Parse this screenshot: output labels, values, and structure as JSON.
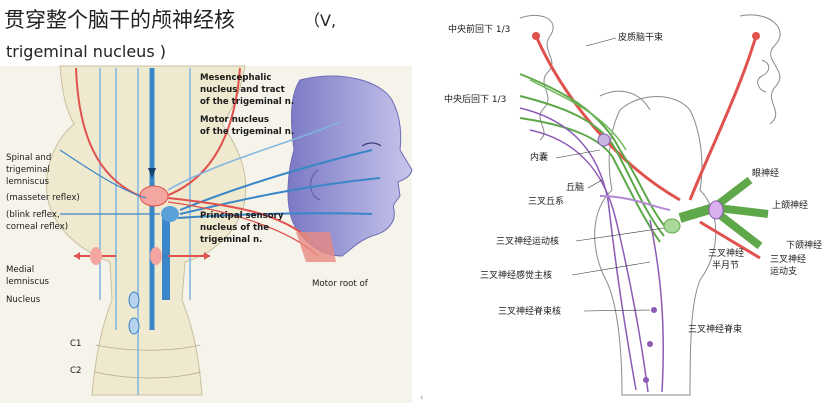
{
  "title": {
    "line1": "贯穿整个脑干的颅神经核",
    "line1_suffix": "（V,",
    "line2": "trigeminal nucleus )"
  },
  "left_diagram": {
    "labels": {
      "mesencephalic_1": "Mesencephalic",
      "mesencephalic_2": "nucleus and tract",
      "mesencephalic_3": "of the trigeminal n.",
      "motor_1": "Motor nucleus",
      "motor_2": "of the trigeminal n.",
      "spinal_1": "Spinal and",
      "spinal_2": "trigeminal",
      "spinal_3": "lemniscus",
      "masseter": "(masseter reflex)",
      "blink_1": "(blink reflex,",
      "blink_2": "corneal reflex)",
      "principal_1": "Principal sensory",
      "principal_2": "nucleus of the",
      "principal_3": "trigeminal n.",
      "medial_1": "Medial",
      "medial_2": "lemniscus",
      "nucleus": "Nucleus",
      "c1": "C1",
      "c2": "C2",
      "motor_root": "Motor root of"
    }
  },
  "right_diagram": {
    "labels": {
      "precentral": "中央前回下 1/3",
      "postcentral": "中央后回下 1/3",
      "corticobulbar": "皮质脑干束",
      "internal_capsule": "内囊",
      "thalamus": "丘脑",
      "trigeminal_lemniscus": "三叉丘系",
      "motor_nucleus": "三叉神经运动核",
      "principal_sensory": "三叉神经感觉主核",
      "spinal_nucleus": "三叉神经脊束核",
      "spinal_tract": "三叉神经脊束",
      "ophthalmic": "眼神经",
      "maxillary": "上颌神经",
      "mandibular": "下颌神经",
      "ganglion_1": "三叉神经",
      "ganglion_2": "半月节",
      "motor_branch_1": "三叉神经",
      "motor_branch_2": "运动支"
    }
  },
  "colors": {
    "sensory_blue": "#3a86c8",
    "motor_red": "#e0524e",
    "sensory_green": "#5fa84a",
    "lemniscus_purple": "#8c5bb5",
    "brainstem_fill": "#f1eedc",
    "face_fill": "#a9a8d9"
  },
  "footer": {
    "mark": "‹"
  }
}
